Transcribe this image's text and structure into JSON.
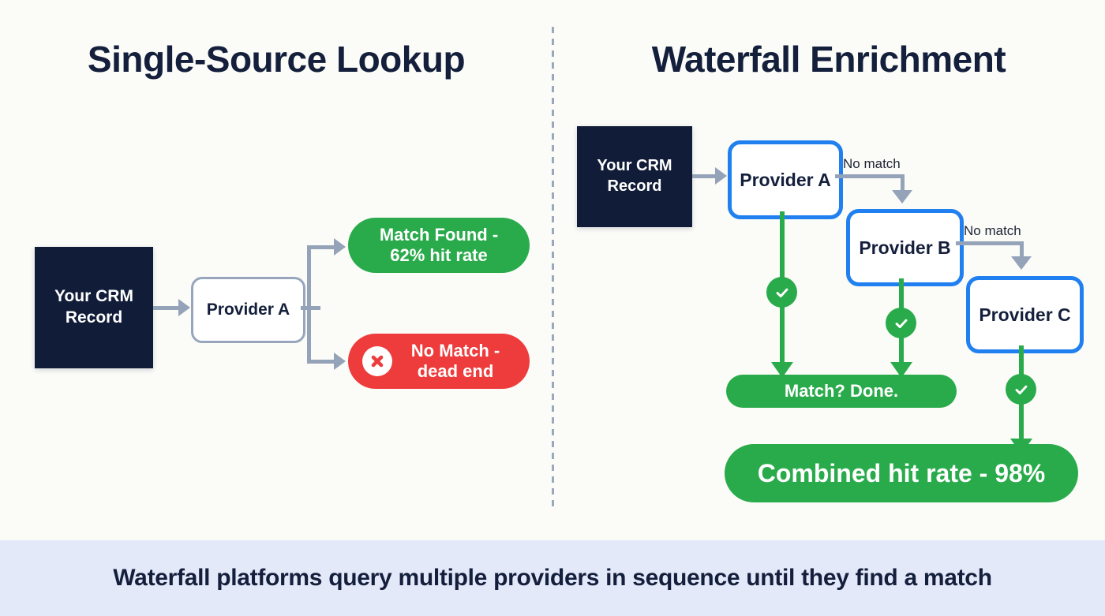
{
  "background": {
    "page_color": "#fbfbf8",
    "caption_band_color": "#e4e9fa",
    "divider_color": "#9aa8bf"
  },
  "colors": {
    "navy": "#111d38",
    "title_navy": "#141f3c",
    "green": "#2aab4b",
    "red": "#ee3b3b",
    "blue_border": "#2180ef",
    "gray_border": "#97a6bd",
    "gray_connector": "#94a3b8"
  },
  "left_panel": {
    "title": "Single-Source Lookup",
    "source_box": {
      "line1": "Your CRM",
      "line2": "Record"
    },
    "provider": {
      "label": "Provider A"
    },
    "outcomes": [
      {
        "id": "match-found",
        "line1": "Match Found -",
        "line2": "62% hit rate",
        "type": "success",
        "hit_rate": "62%"
      },
      {
        "id": "no-match",
        "line1": "No Match -",
        "line2": "dead end",
        "type": "failure",
        "icon": "x-circle-icon"
      }
    ]
  },
  "right_panel": {
    "title": "Waterfall Enrichment",
    "source_box": {
      "line1": "Your CRM",
      "line2": "Record"
    },
    "providers": [
      {
        "id": "provider-a",
        "label": "Provider A"
      },
      {
        "id": "provider-b",
        "label": "Provider B"
      },
      {
        "id": "provider-c",
        "label": "Provider C"
      }
    ],
    "edge_labels": [
      {
        "id": "no-match-a-to-b",
        "text": "No match"
      },
      {
        "id": "no-match-b-to-c",
        "text": "No match"
      }
    ],
    "checks": [
      {
        "id": "check-provider-a",
        "icon": "check-circle-icon"
      },
      {
        "id": "check-provider-b",
        "icon": "check-circle-icon"
      },
      {
        "id": "check-provider-c",
        "icon": "check-circle-icon"
      }
    ],
    "match_pill": {
      "text": "Match? Done."
    },
    "result_banner": {
      "text": "Combined hit rate - 98%",
      "hit_rate": "98%"
    }
  },
  "caption": {
    "text": "Waterfall platforms query multiple providers in sequence until they find a match"
  }
}
